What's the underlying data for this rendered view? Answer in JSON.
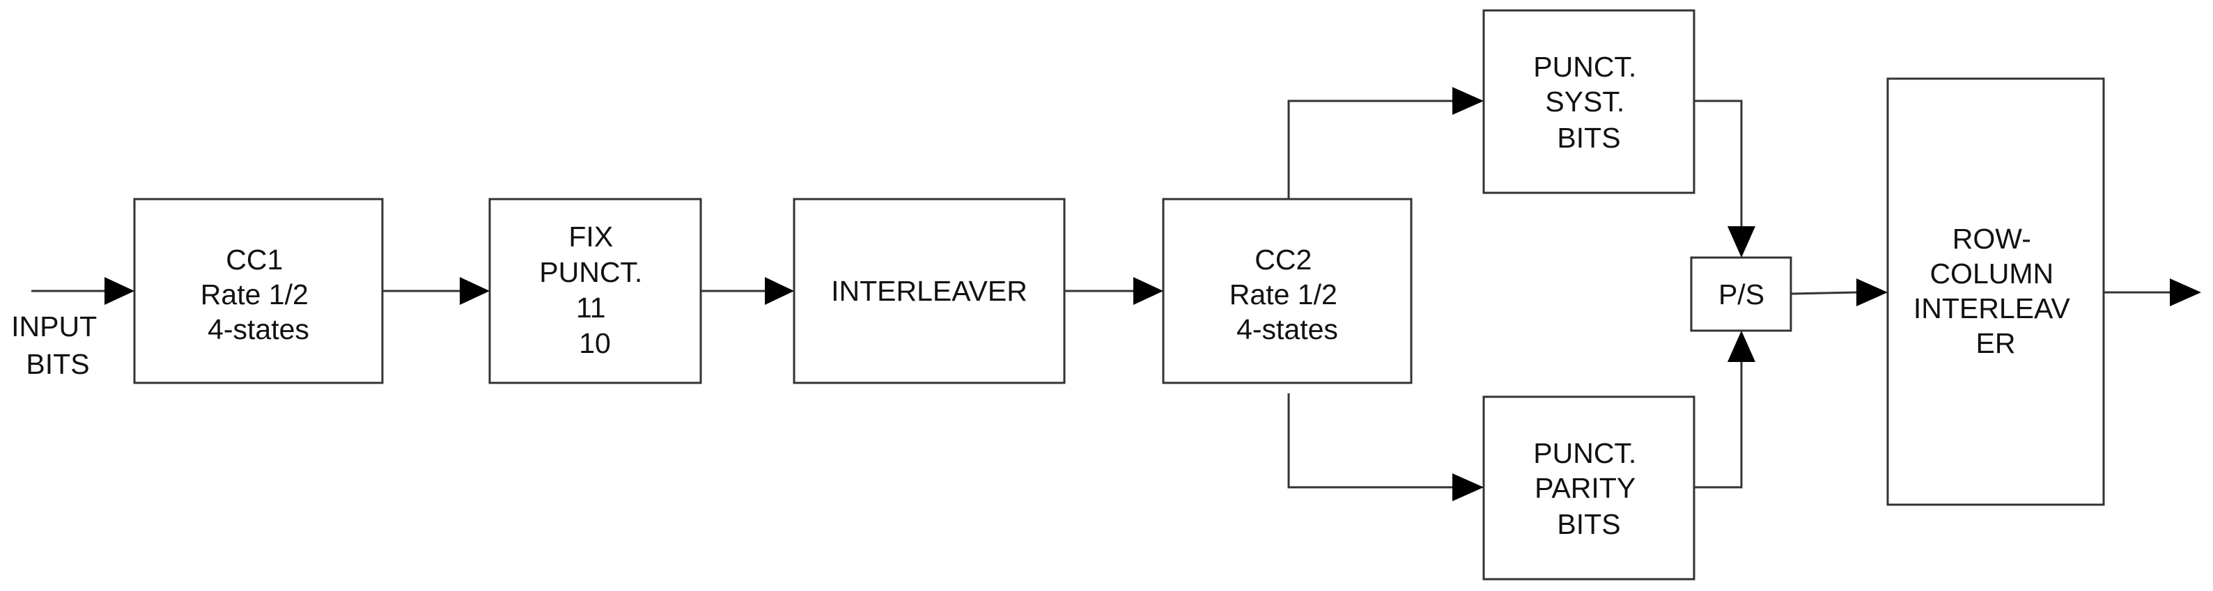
{
  "input_label": [
    "INPUT",
    "BITS"
  ],
  "blocks": {
    "cc1": [
      "CC1",
      "Rate 1/2",
      "4-states"
    ],
    "fix_punct": [
      "FIX",
      "PUNCT.",
      "11",
      "10"
    ],
    "interleaver": [
      "INTERLEAVER"
    ],
    "cc2": [
      "CC2",
      "Rate 1/2",
      "4-states"
    ],
    "punct_syst": [
      "PUNCT.",
      "SYST.",
      "BITS"
    ],
    "punct_parity": [
      "PUNCT.",
      "PARITY",
      "BITS"
    ],
    "ps": [
      "P/S"
    ],
    "row_column": [
      "ROW-",
      "COLUMN",
      "INTERLEAV",
      "ER"
    ]
  },
  "colors": {
    "stroke": "#333333",
    "arrowhead": "#000000",
    "text": "#111111",
    "background": "#ffffff"
  }
}
